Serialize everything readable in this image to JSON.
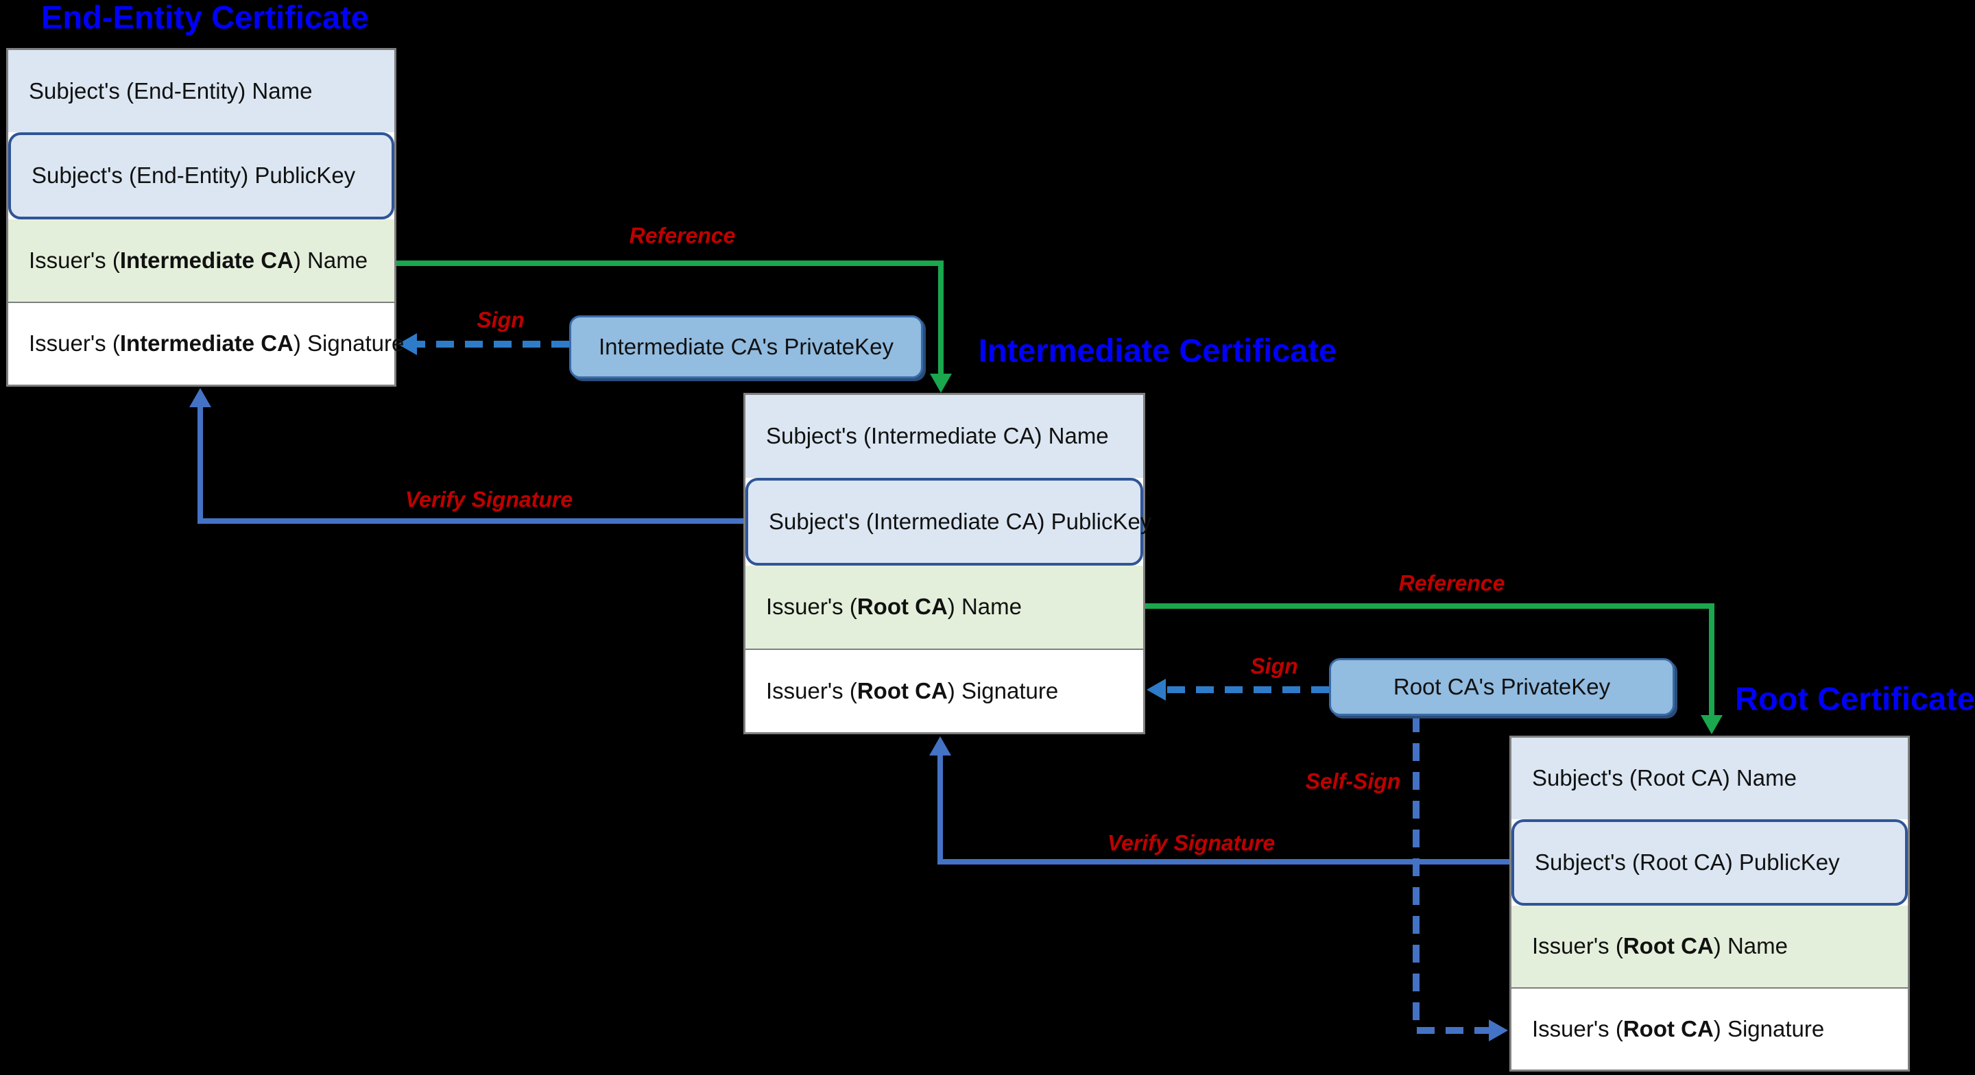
{
  "titles": {
    "end_entity": "End-Entity Certificate",
    "intermediate": "Intermediate Certificate",
    "root": "Root Certificate"
  },
  "certificates": {
    "end_entity": {
      "rows": [
        {
          "prefix": "Subject's (End-Entity) Name",
          "bold": "",
          "suffix": ""
        },
        {
          "prefix": "Subject's (End-Entity) PublicKey",
          "bold": "",
          "suffix": ""
        },
        {
          "prefix": "Issuer's (",
          "bold": "Intermediate CA",
          "suffix": ") Name"
        },
        {
          "prefix": "Issuer's (",
          "bold": "Intermediate CA",
          "suffix": ") Signature"
        }
      ]
    },
    "intermediate": {
      "rows": [
        {
          "prefix": "Subject's (Intermediate CA) Name",
          "bold": "",
          "suffix": ""
        },
        {
          "prefix": "Subject's (Intermediate CA) PublicKey",
          "bold": "",
          "suffix": ""
        },
        {
          "prefix": "Issuer's (",
          "bold": "Root CA",
          "suffix": ") Name"
        },
        {
          "prefix": "Issuer's (",
          "bold": "Root CA",
          "suffix": ") Signature"
        }
      ]
    },
    "root": {
      "rows": [
        {
          "prefix": "Subject's (Root CA) Name",
          "bold": "",
          "suffix": ""
        },
        {
          "prefix": "Subject's (Root CA) PublicKey",
          "bold": "",
          "suffix": ""
        },
        {
          "prefix": "Issuer's (",
          "bold": "Root CA",
          "suffix": ") Name"
        },
        {
          "prefix": "Issuer's (",
          "bold": "Root CA",
          "suffix": ") Signature"
        }
      ]
    }
  },
  "keys": {
    "intermediate": "Intermediate CA's PrivateKey",
    "root": "Root CA's PrivateKey"
  },
  "labels": {
    "reference1": "Reference",
    "sign1": "Sign",
    "verify1": "Verify Signature",
    "reference2": "Reference",
    "sign2": "Sign",
    "verify2": "Verify Signature",
    "self_sign": "Self-Sign"
  },
  "colors": {
    "background": "#000000",
    "row_blue": "#dbe6f2",
    "row_green": "#e3efda",
    "row_white": "#ffffff",
    "cert_border_gray": "#7f7f7f",
    "publickey_border_blue": "#2f5597",
    "key_fill": "#92bce0",
    "key_border": "#3a6ba8",
    "arrow_green": "#1aa74d",
    "arrow_blue": "#4472c4",
    "arrow_dashed_blue": "#2e7cc9",
    "label_red": "#c00000",
    "title_blue": "#0000ff"
  }
}
